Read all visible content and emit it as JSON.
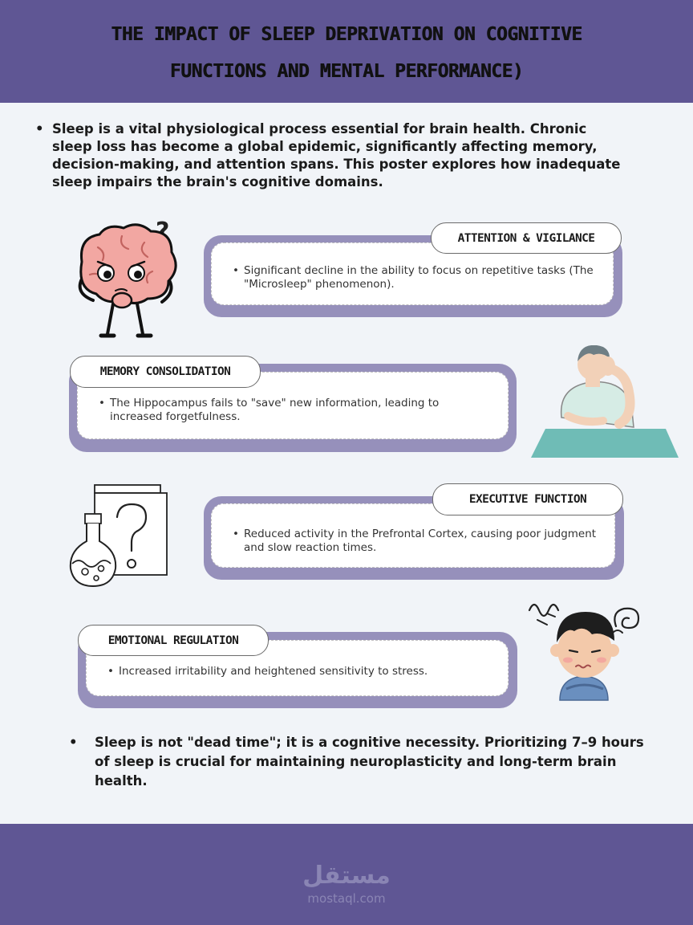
{
  "header": {
    "title_line1": "THE IMPACT OF SLEEP DEPRIVATION ON COGNITIVE",
    "title_line2": "FUNCTIONS AND MENTAL PERFORMANCE)",
    "color": "#5f5694"
  },
  "intro": {
    "bullet": "•",
    "text": "Sleep is a vital physiological process essential for brain health. Chronic sleep loss has become a global epidemic, significantly affecting memory, decision-making, and attention spans. This poster explores how inadequate sleep impairs the brain's cognitive domains."
  },
  "sections": [
    {
      "title": "ATTENTION & VIGILANCE",
      "bullet": "•",
      "text": "Significant decline in the ability to focus on repetitive tasks (The \"Microsleep\" phenomenon).",
      "icon": "brain-question-icon"
    },
    {
      "title": "MEMORY CONSOLIDATION",
      "bullet": "•",
      "text": "The Hippocampus fails to \"save\" new information, leading to increased forgetfulness.",
      "icon": "tired-man-desk-icon"
    },
    {
      "title": "EXECUTIVE FUNCTION",
      "bullet": "•",
      "text": "Reduced activity in the Prefrontal Cortex, causing poor judgment and slow reaction times.",
      "icon": "book-flask-question-icon"
    },
    {
      "title": "EMOTIONAL REGULATION",
      "bullet": "•",
      "text": "Increased irritability and heightened sensitivity to stress.",
      "icon": "stressed-man-icon"
    }
  ],
  "conclusion": {
    "bullet": "•",
    "text": "Sleep is not \"dead time\"; it is a cognitive necessity. Prioritizing 7–9 hours of sleep is crucial for maintaining neuroplasticity and long-term brain health."
  },
  "footer": {
    "logo_arabic": "مستقل",
    "logo_latin": "mostaql.com"
  },
  "colors": {
    "accent": "#5f5694",
    "card": "#9690bb",
    "background": "#f1f4f8",
    "teal": "#6fbcb6"
  }
}
